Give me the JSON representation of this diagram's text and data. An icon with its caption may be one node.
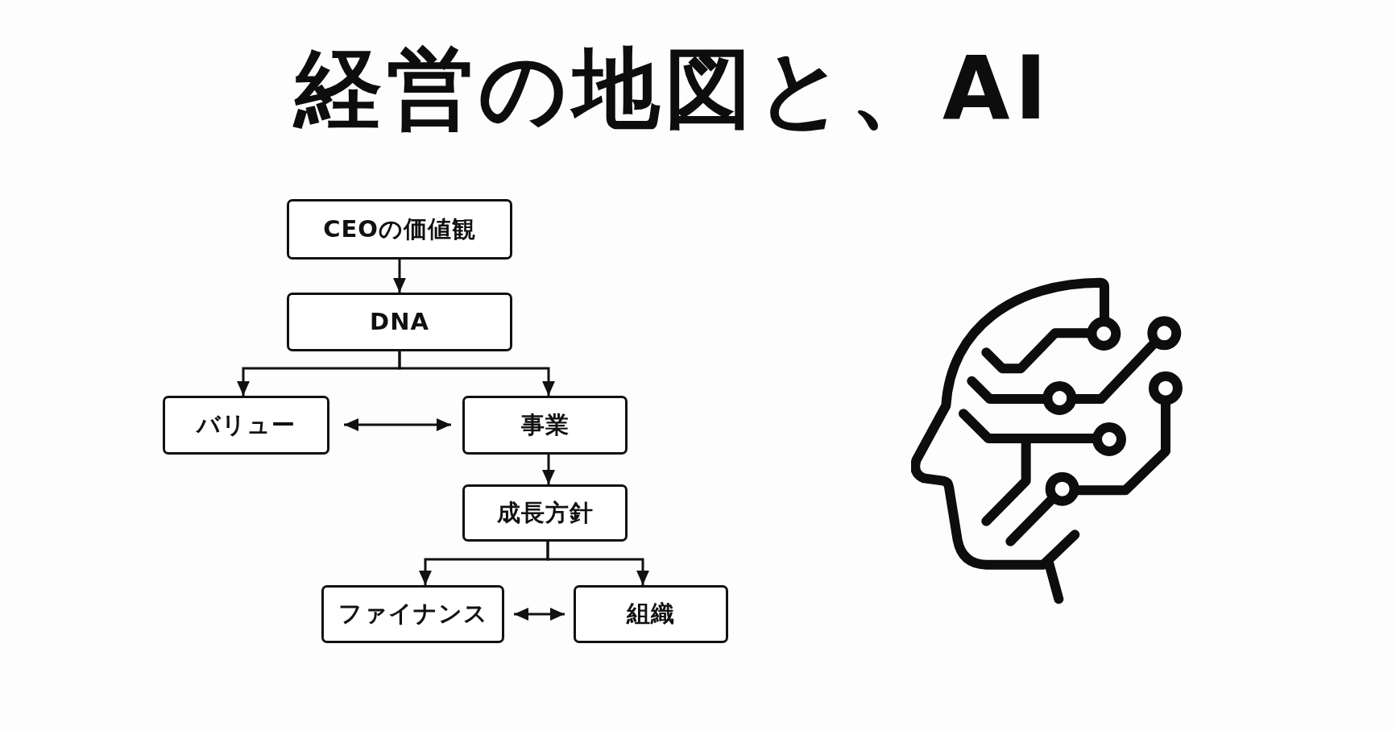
{
  "diagram": {
    "title": "経営の地図と、AI",
    "nodes": [
      {
        "text": [
          "CEOの価値観"
        ]
      },
      {
        "text": [
          "DNA"
        ]
      },
      {
        "text": [
          "バリュー"
        ]
      },
      {
        "text": [
          "事業"
        ]
      },
      {
        "text": [
          "成長方針"
        ]
      },
      {
        "text": [
          "ファイナンス"
        ]
      },
      {
        "text": [
          "組織"
        ]
      }
    ],
    "edges": [
      {
        "from": 0,
        "to": 1,
        "arrow": "to"
      },
      {
        "from": 1,
        "to": 2,
        "arrow": "to"
      },
      {
        "from": 1,
        "to": 3,
        "arrow": "to"
      },
      {
        "from": 2,
        "to": 3,
        "arrow": "both"
      },
      {
        "from": 3,
        "to": 4,
        "arrow": "to"
      },
      {
        "from": 4,
        "to": 5,
        "arrow": "to"
      },
      {
        "from": 4,
        "to": 6,
        "arrow": "to"
      },
      {
        "from": 5,
        "to": 6,
        "arrow": "both"
      }
    ]
  }
}
